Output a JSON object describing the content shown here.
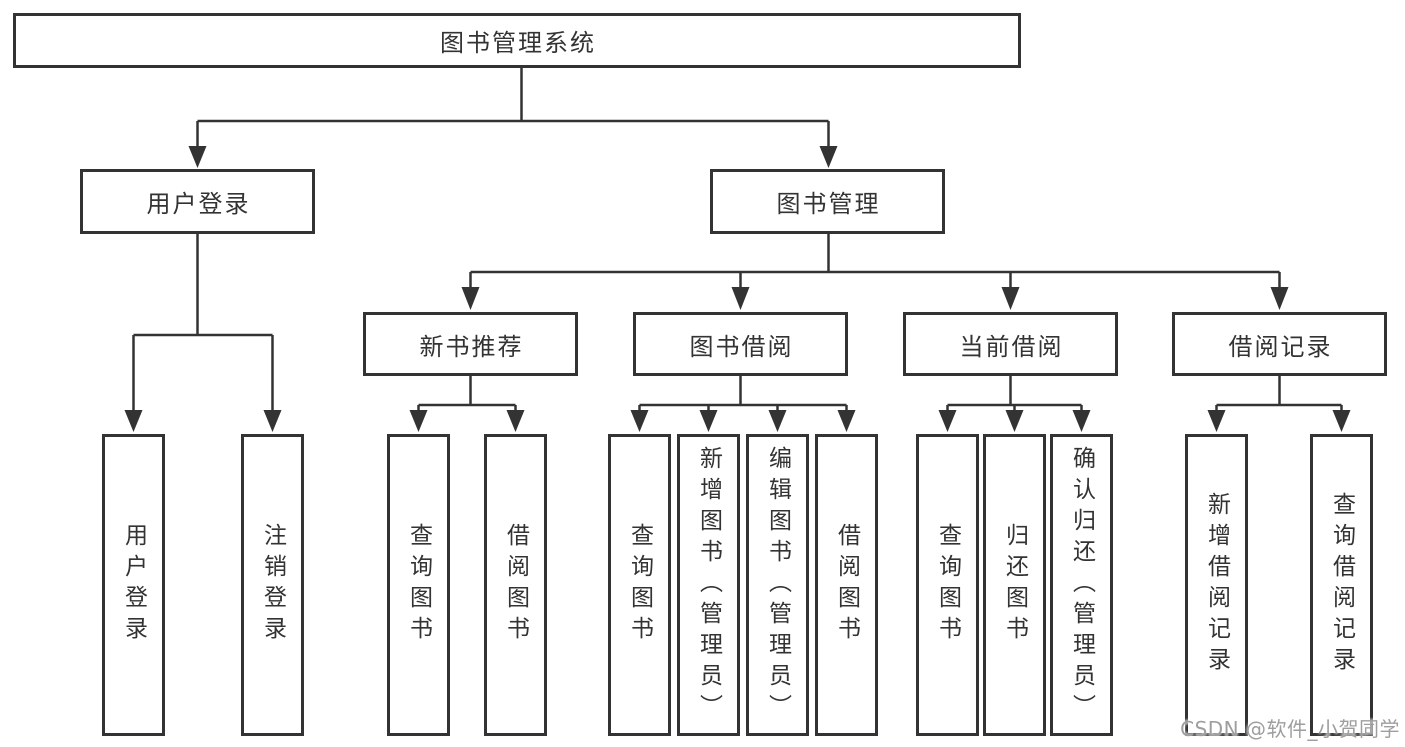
{
  "diagram": {
    "title": "图书管理系统",
    "nodes": {
      "root": {
        "label": "图书管理系统"
      },
      "user_login": {
        "label": "用户登录"
      },
      "book_mgmt": {
        "label": "图书管理"
      },
      "new_book_rec": {
        "label": "新书推荐"
      },
      "book_borrow": {
        "label": "图书借阅"
      },
      "current_borrow": {
        "label": "当前借阅"
      },
      "borrow_record": {
        "label": "借阅记录"
      },
      "leaf_user_login": {
        "label": "用户登录"
      },
      "leaf_logout": {
        "label": "注销登录"
      },
      "leaf_nbr_query": {
        "label": "查询图书"
      },
      "leaf_nbr_borrow": {
        "label": "借阅图书"
      },
      "leaf_bb_query": {
        "label": "查询图书"
      },
      "leaf_bb_add": {
        "label": "新增图书（管理员）"
      },
      "leaf_bb_edit": {
        "label": "编辑图书（管理员）"
      },
      "leaf_bb_borrow": {
        "label": "借阅图书"
      },
      "leaf_cb_query": {
        "label": "查询图书"
      },
      "leaf_cb_return": {
        "label": "归还图书"
      },
      "leaf_cb_confirm": {
        "label": "确认归还（管理员）"
      },
      "leaf_br_add": {
        "label": "新增借阅记录"
      },
      "leaf_br_query": {
        "label": "查询借阅记录"
      }
    },
    "structure": {
      "root": "图书管理系统",
      "children": [
        {
          "label": "用户登录",
          "children": [
            "用户登录",
            "注销登录"
          ]
        },
        {
          "label": "图书管理",
          "children": [
            {
              "label": "新书推荐",
              "children": [
                "查询图书",
                "借阅图书"
              ]
            },
            {
              "label": "图书借阅",
              "children": [
                "查询图书",
                "新增图书（管理员）",
                "编辑图书（管理员）",
                "借阅图书"
              ]
            },
            {
              "label": "当前借阅",
              "children": [
                "查询图书",
                "归还图书",
                "确认归还（管理员）"
              ]
            },
            {
              "label": "借阅记录",
              "children": [
                "新增借阅记录",
                "查询借阅记录"
              ]
            }
          ]
        }
      ]
    }
  },
  "watermark": {
    "text": "CSDN @软件_小贺同学"
  },
  "colors": {
    "line": "#333333",
    "box_border": "#333333",
    "box_fill": "#ffffff",
    "text": "#333333",
    "watermark": "#9e9e9e",
    "background": "#ffffff"
  }
}
